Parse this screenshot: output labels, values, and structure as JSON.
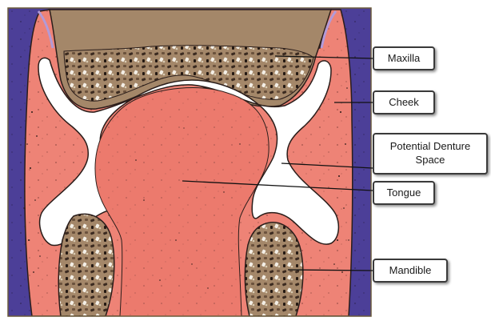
{
  "labels": {
    "maxilla": "Maxilla",
    "cheek": "Cheek",
    "denture_space": "Potential Denture\nSpace",
    "tongue": "Tongue",
    "mandible": "Mandible"
  },
  "colors": {
    "background_purple": "#4c3f98",
    "soft_tissue": "#ee8376",
    "soft_tissue_dark": "#e16a5e",
    "tongue": "#ec7a6d",
    "bone": "#a48769",
    "bone_dark": "#5a4636",
    "denture_space": "#ffffff",
    "outline": "#2a1d1a"
  }
}
